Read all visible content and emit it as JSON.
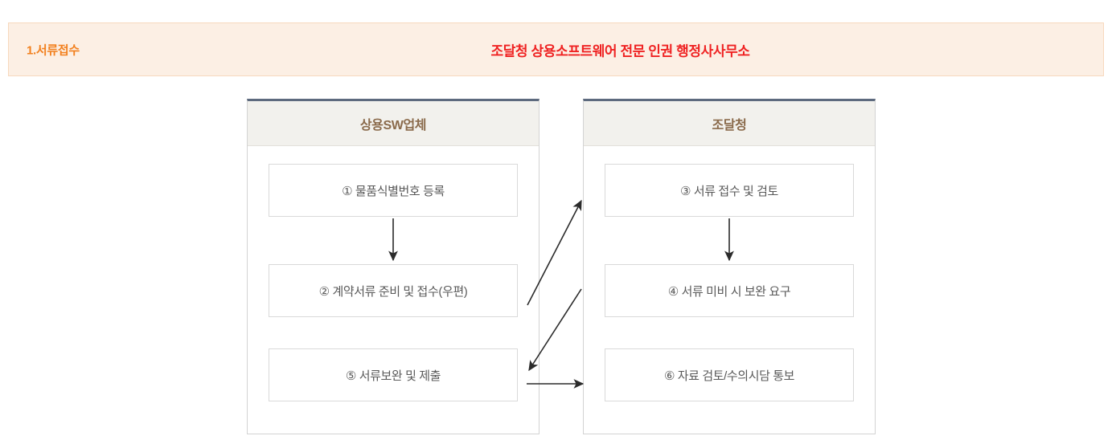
{
  "banner": {
    "step_label": "1.서류접수",
    "title": "조달청 상용소프트웨어 전문 인권 행정사사무소",
    "step_color": "#f2801e",
    "title_color": "#ef2222",
    "background_color": "#fcefe4",
    "border_color": "#f7d9bd"
  },
  "diagram": {
    "type": "flowchart",
    "accent_color": "#5d6a7e",
    "header_background": "#f2f1ed",
    "header_text_color": "#8a6a4b",
    "node_text_color": "#595959",
    "node_border_color": "#d9d9d9",
    "arrow_color": "#2b2b2b",
    "columns": [
      {
        "id": "vendor",
        "header": "상용SW업체",
        "nodes": [
          {
            "id": "step-1",
            "marker": "①",
            "label": "① 물품식별번호 등록"
          },
          {
            "id": "step-2",
            "marker": "②",
            "label": "② 계약서류 준비 및 접수(우편)"
          },
          {
            "id": "step-5",
            "marker": "⑤",
            "label": "⑤ 서류보완 및 제출"
          }
        ],
        "internal_arrows": [
          {
            "from": "step-1",
            "to": "step-2",
            "direction": "down"
          }
        ]
      },
      {
        "id": "ppsa",
        "header": "조달청",
        "nodes": [
          {
            "id": "step-3",
            "marker": "③",
            "label": "③ 서류 접수 및 검토"
          },
          {
            "id": "step-4",
            "marker": "④",
            "label": "④ 서류 미비 시 보완 요구"
          },
          {
            "id": "step-6",
            "marker": "⑥",
            "label": "⑥ 자료 검토/수의시담 통보"
          }
        ],
        "internal_arrows": [
          {
            "from": "step-3",
            "to": "step-4",
            "direction": "down"
          }
        ]
      }
    ],
    "cross_arrows": [
      {
        "from": "step-2",
        "to": "step-3",
        "direction": "up-right"
      },
      {
        "from": "step-4",
        "to": "step-5",
        "direction": "down-left"
      },
      {
        "from": "step-5",
        "to": "step-6",
        "direction": "right"
      }
    ]
  }
}
